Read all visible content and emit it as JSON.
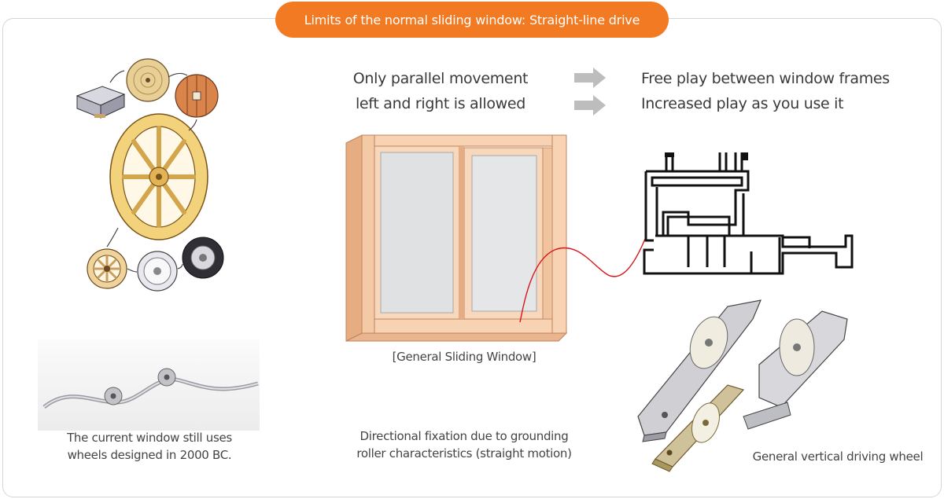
{
  "header": {
    "title": "Limits of the normal sliding window: Straight-line drive"
  },
  "statement": {
    "left_line1": "Only parallel movement",
    "left_line2": "left and right is allowed",
    "right_line1": "Free play between window frames",
    "right_line2": "Increased play as you use it"
  },
  "captions": {
    "wheel_line1": "The current window still uses",
    "wheel_line2": "wheels designed in 2000 BC.",
    "window": "[General Sliding Window]",
    "fixation_line1": "Directional fixation due to grounding",
    "fixation_line2": "roller characteristics (straight motion)",
    "driving_wheel": "General vertical driving wheel"
  },
  "colors": {
    "accent": "#f27a22",
    "frame": "#f3c9a6",
    "frame_edge": "#c9895e",
    "red_line": "#d8161b",
    "arrow": "#bdbdbd"
  }
}
